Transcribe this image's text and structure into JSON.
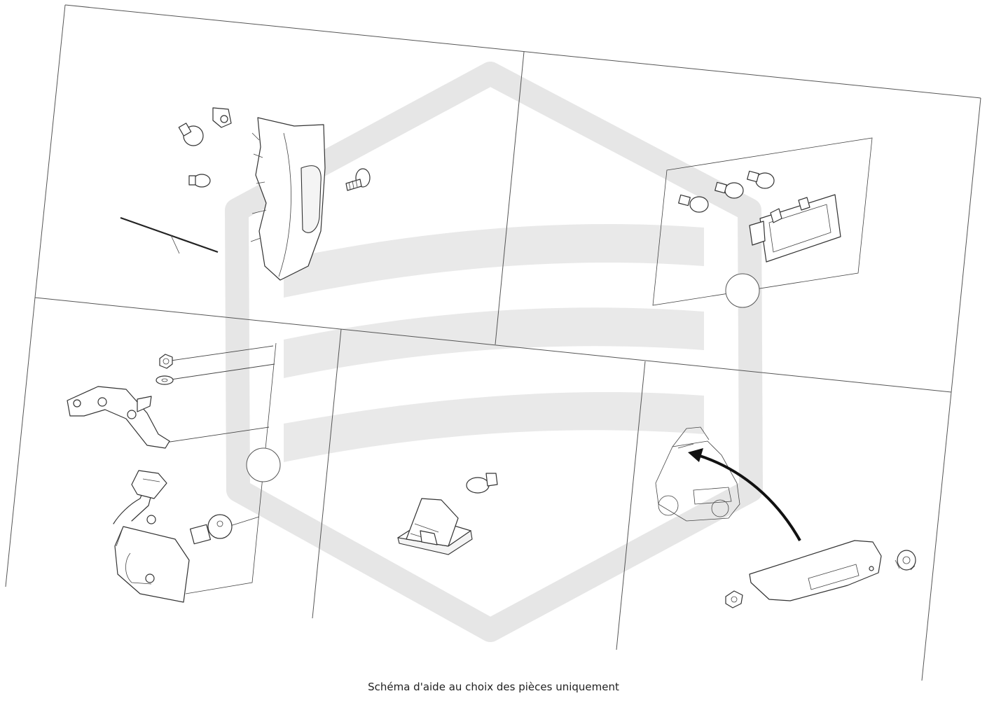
{
  "caption": "Schéma d'aide au choix des pièces uniquement",
  "panels": [
    {
      "id": "rear-combination-lamp"
    },
    {
      "id": "rear-lamp-bulbs-cluster"
    },
    {
      "id": "fog-lamp-bracket"
    },
    {
      "id": "license-plate-lamp"
    },
    {
      "id": "high-mount-stop-lamp"
    }
  ],
  "colors": {
    "watermark": "#e6e6e6",
    "line": "#333333",
    "background": "#ffffff"
  }
}
